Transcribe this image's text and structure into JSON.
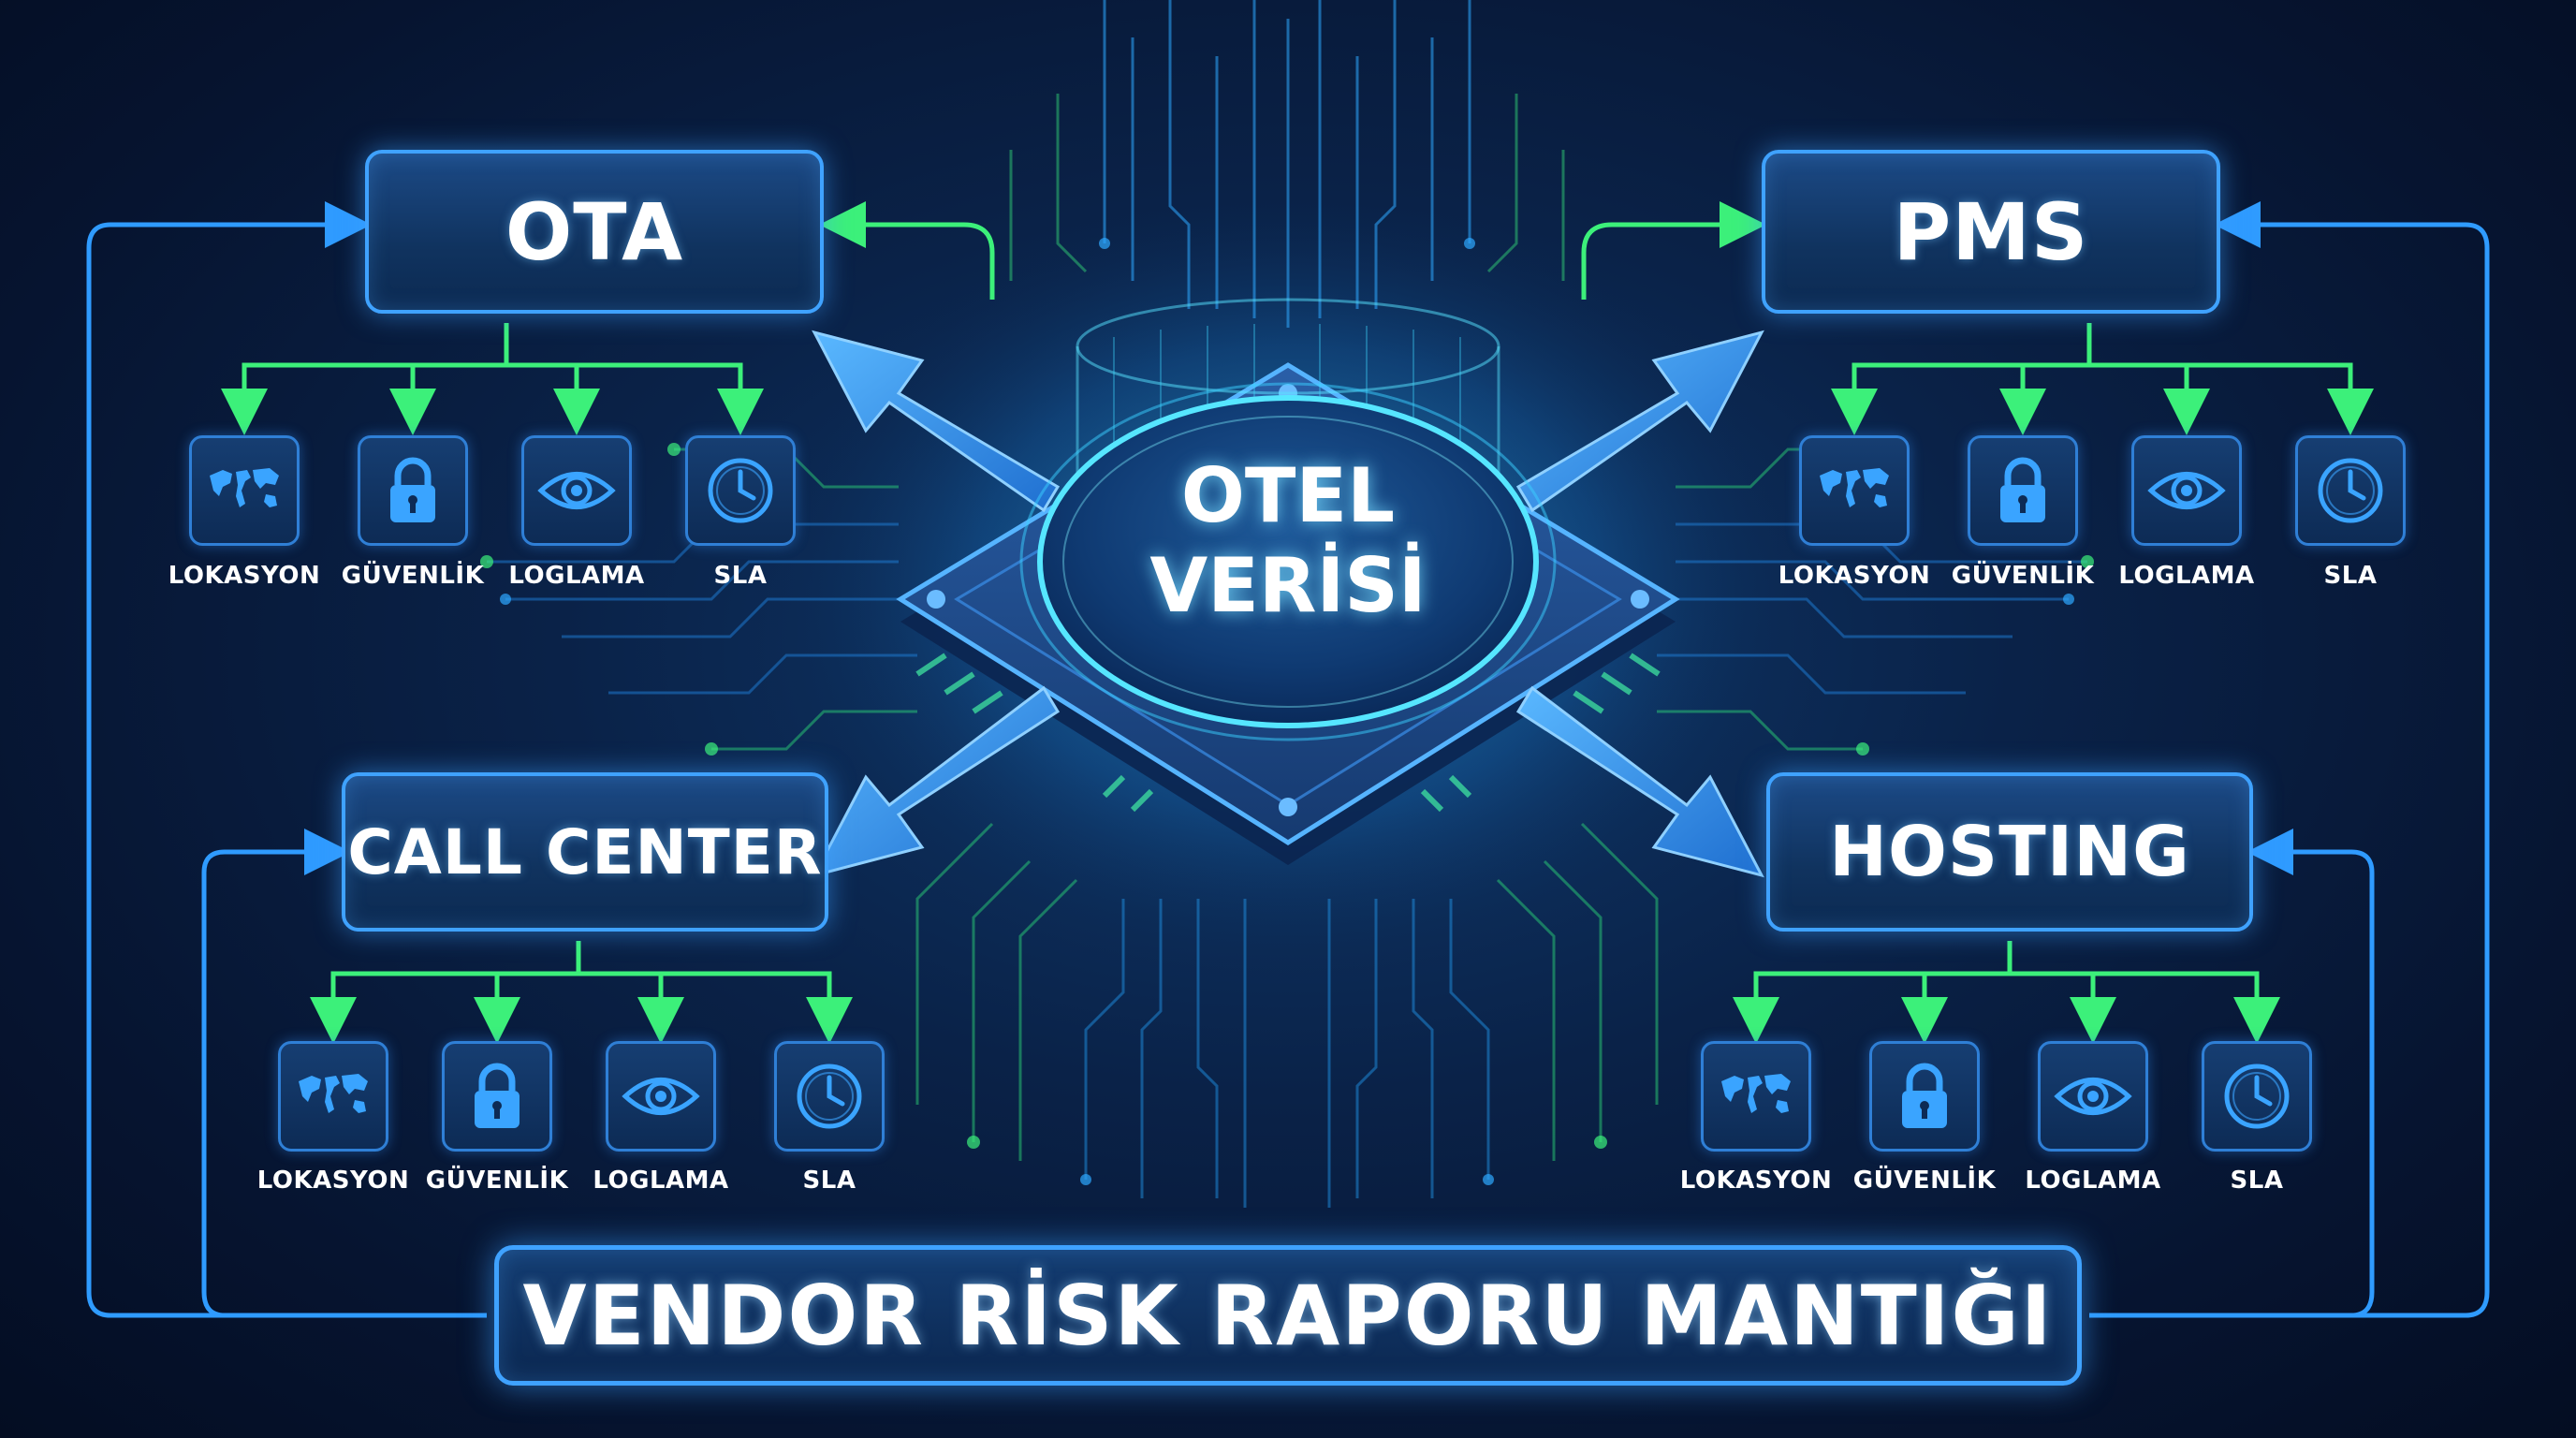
{
  "diagram": {
    "center": {
      "line1": "OTEL",
      "line2": "VERİSİ"
    },
    "vendors": [
      {
        "id": "ota",
        "label": "OTA"
      },
      {
        "id": "pms",
        "label": "PMS"
      },
      {
        "id": "call-center",
        "label": "CALL CENTER"
      },
      {
        "id": "hosting",
        "label": "HOSTING"
      }
    ],
    "criteria": [
      {
        "label": "LOKASYON",
        "icon": "world-map-icon"
      },
      {
        "label": "GÜVENLİK",
        "icon": "padlock-icon"
      },
      {
        "label": "LOGLAMA",
        "icon": "eye-icon"
      },
      {
        "label": "SLA",
        "icon": "clock-icon"
      }
    ],
    "report_title": "VENDOR RİSK RAPORU MANTIĞI",
    "colors": {
      "background": "#061430",
      "box_border": "#3fa2ff",
      "connector_green": "#3cf07a",
      "connector_blue": "#2f9bff",
      "arrow_blue": "#3a9cf5"
    }
  }
}
